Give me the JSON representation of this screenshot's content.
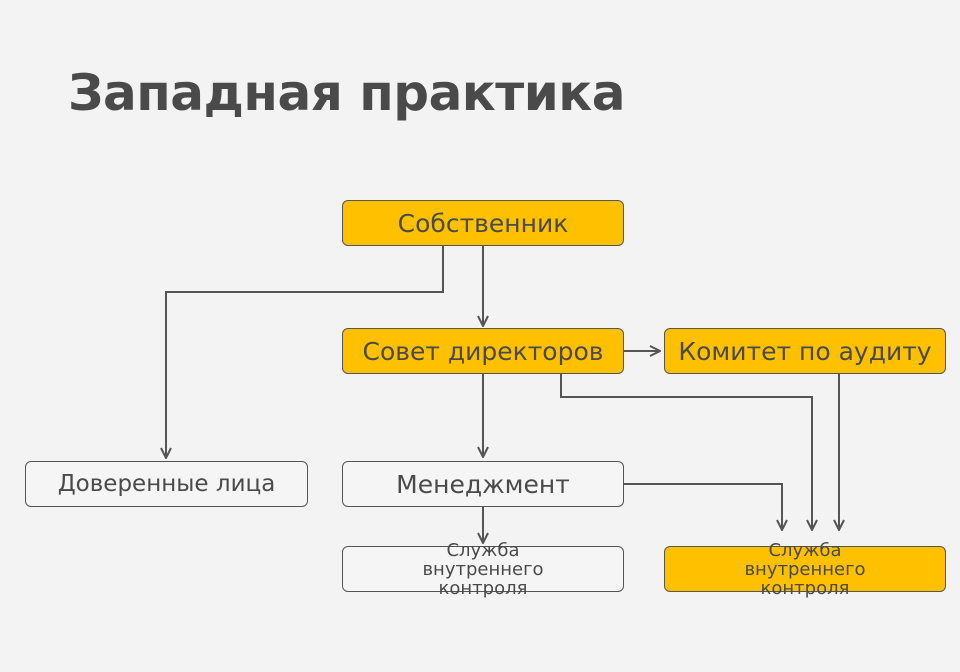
{
  "title": "Западная практика",
  "nodes": {
    "owner": "Собственник",
    "board": "Совет директоров",
    "audit_committee": "Комитет по аудиту",
    "trustees": "Доверенные лица",
    "management": "Менеджмент",
    "internal_control_left": "Служба внутреннего контроля",
    "internal_control_right": "Служба внутреннего контроля"
  },
  "colors": {
    "highlight": "#ffc000",
    "line": "#555555",
    "background": "#f3f3f3"
  }
}
